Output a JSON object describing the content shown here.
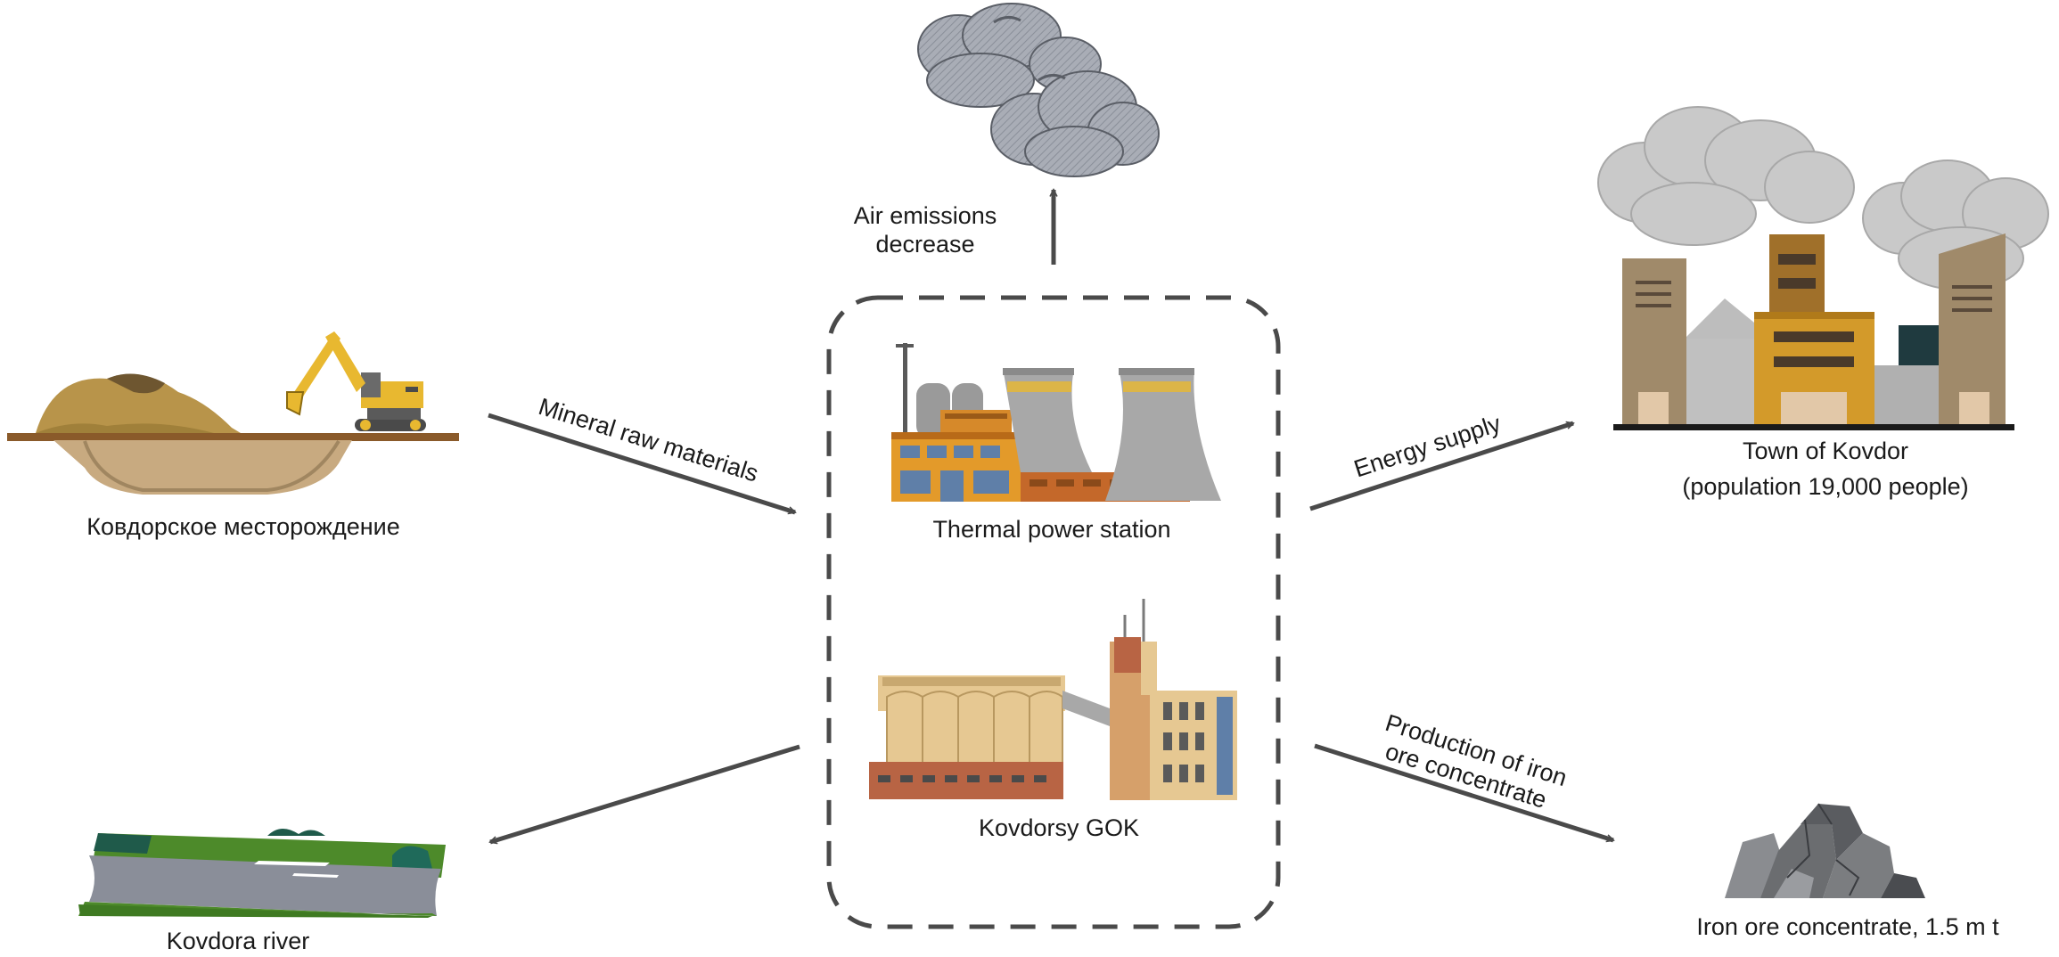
{
  "labels": {
    "air_emissions_line1": "Air emissions",
    "air_emissions_line2": "decrease",
    "deposit": "Ковдорское  месторождение",
    "mineral_raw_materials": "Mineral raw materials",
    "thermal_power_station": "Thermal power station",
    "energy_supply": "Energy supply",
    "town_line1": "Town of Kovdor",
    "town_line2": "(population 19,000 people)",
    "gok": "Kovdorsy GOK",
    "production_line1": "Production of iron",
    "production_line2": "ore concentrate",
    "river": "Kovdora river",
    "concentrate": "Iron ore concentrate, 1.5 m t"
  },
  "colors": {
    "arrow": "#4a4a4a",
    "dashed_box": "#4a4a4a",
    "cloud": "#a9adb6",
    "cloud_dark": "#8a8f99",
    "smoke": "#c9c9c9",
    "building_brown": "#a08a6a",
    "building_orange": "#d39a2a",
    "soil": "#b8944a",
    "excavator": "#e8b830",
    "river_water": "#8a8e99",
    "river_grass": "#4d8a2a",
    "rock": "#6b6d70",
    "gok_tan": "#e6c892",
    "gok_brick": "#b86444"
  },
  "icons": [
    "open-pit-mine-icon",
    "excavator-icon",
    "emission-cloud-icon",
    "thermal-power-station-icon",
    "cooling-tower-icon",
    "town-icon",
    "factory-gok-icon",
    "river-icon",
    "iron-ore-icon"
  ]
}
